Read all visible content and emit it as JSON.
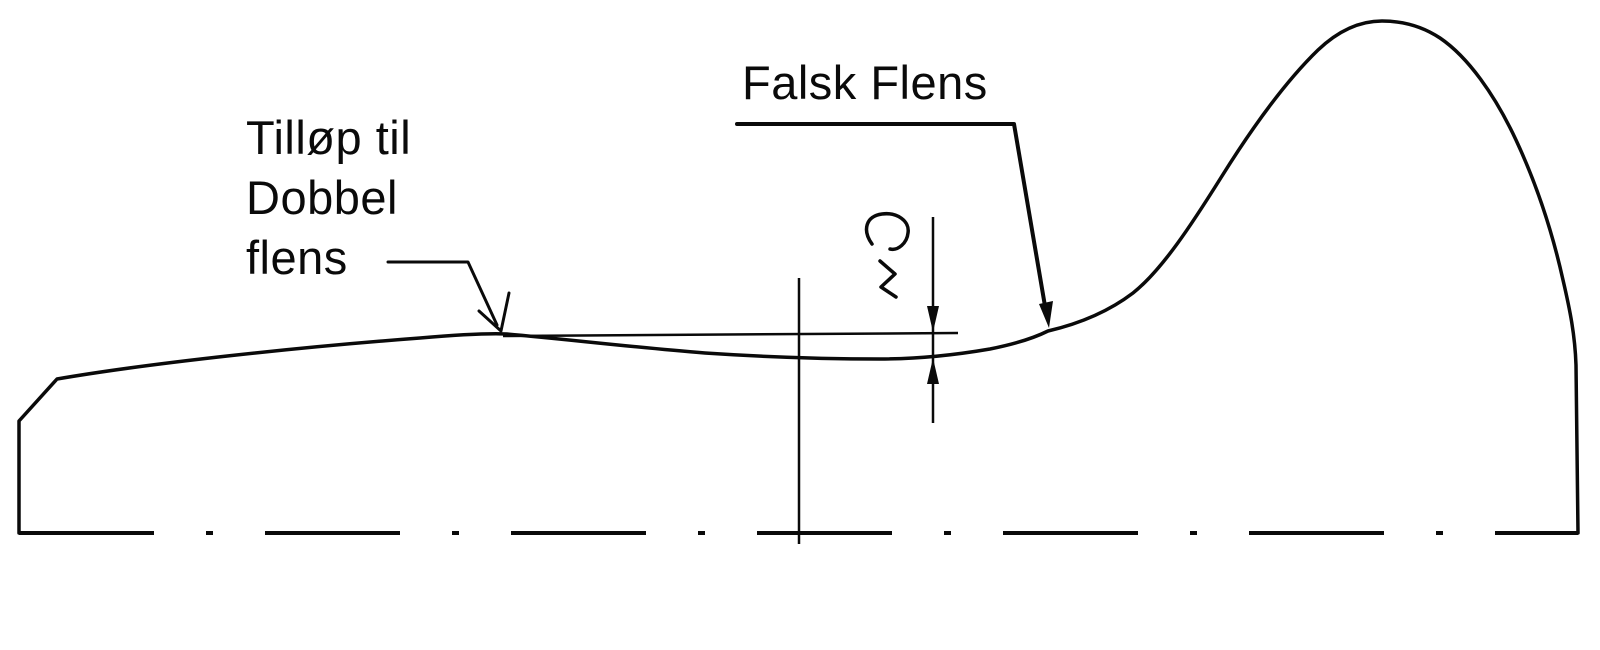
{
  "diagram": {
    "kind": "worn-wheel-profile-technical-drawing",
    "labels": {
      "tillop": {
        "line1": "Tilløp til",
        "line2": "Dobbel",
        "line3": "flens"
      },
      "falsk": {
        "text": "Falsk Flens"
      }
    },
    "dimension": {
      "value": "2"
    },
    "colors": {
      "ink": "#0a0a0a",
      "background": "#ffffff"
    }
  }
}
